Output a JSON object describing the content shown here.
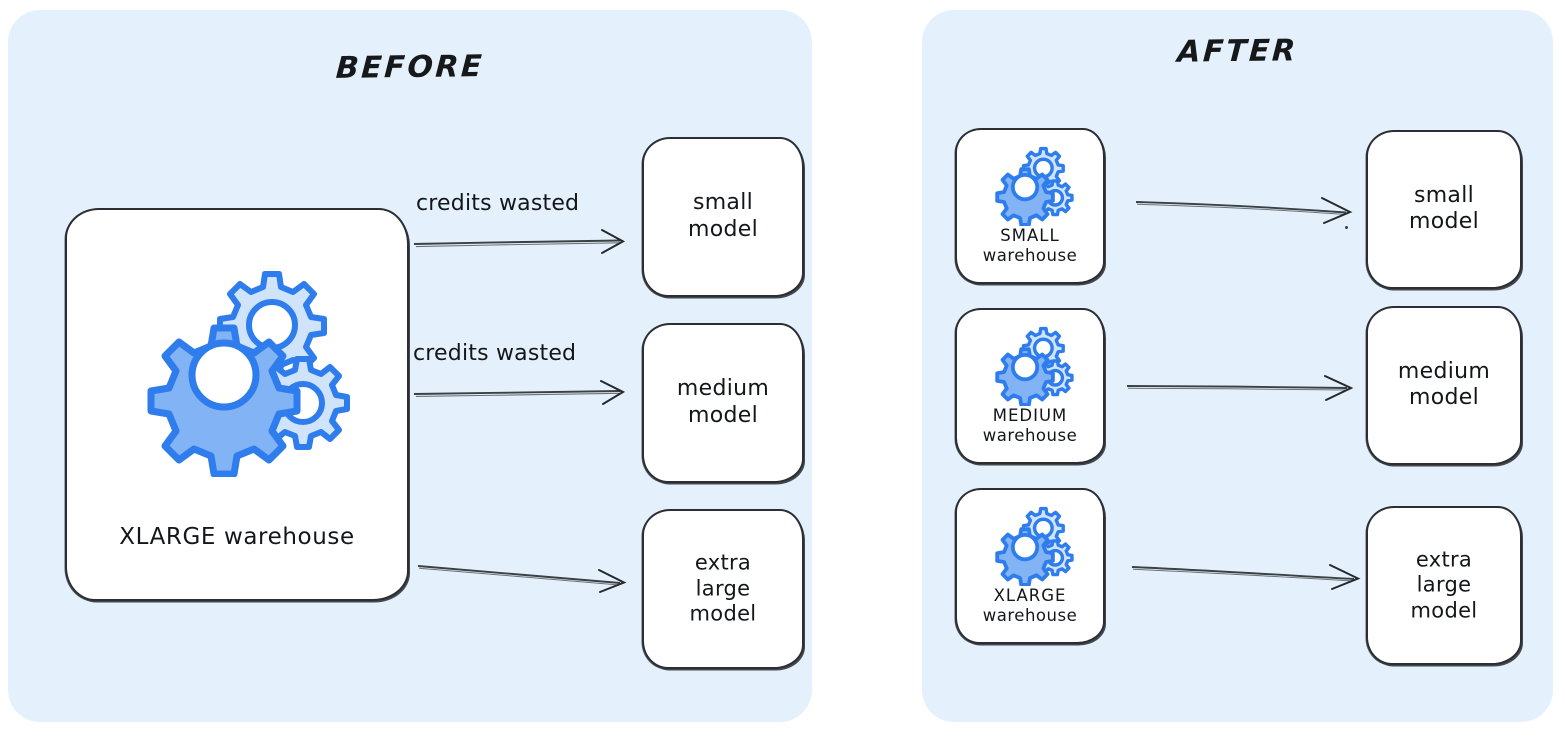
{
  "colors": {
    "panel_bg": "#e4f1fc",
    "box_bg": "#ffffff",
    "stroke": "#2b2f33",
    "gear_dark": "#81b3f5",
    "gear_light": "#cfe3fb",
    "gear_outline": "#2f7ded",
    "text": "#14161a"
  },
  "panels": [
    {
      "id": "before",
      "title": "BEFORE",
      "warehouse": {
        "label": "XLARGE warehouse",
        "icon": "gears-icon"
      },
      "flows": [
        {
          "arrow_label": "credits wasted",
          "target": {
            "line1": "small",
            "line2": "model"
          }
        },
        {
          "arrow_label": "credits wasted",
          "target": {
            "line1": "medium",
            "line2": "model"
          }
        },
        {
          "arrow_label": "",
          "target": {
            "line1": "extra",
            "line2": "large",
            "line3": "model"
          }
        }
      ]
    },
    {
      "id": "after",
      "title": "AFTER",
      "flows": [
        {
          "source": {
            "size": "SMALL",
            "kind": "warehouse",
            "icon": "gears-icon"
          },
          "arrow_label": "",
          "target": {
            "line1": "small",
            "line2": "model"
          }
        },
        {
          "source": {
            "size": "MEDIUM",
            "kind": "warehouse",
            "icon": "gears-icon"
          },
          "arrow_label": "",
          "target": {
            "line1": "medium",
            "line2": "model"
          }
        },
        {
          "source": {
            "size": "XLARGE",
            "kind": "warehouse",
            "icon": "gears-icon"
          },
          "arrow_label": "",
          "target": {
            "line1": "extra",
            "line2": "large",
            "line3": "model"
          }
        }
      ]
    }
  ]
}
